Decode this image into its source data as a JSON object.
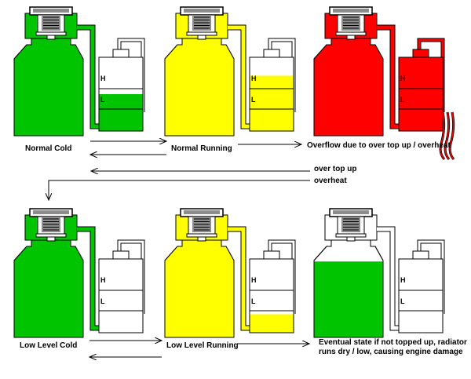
{
  "colors": {
    "cold": "#00c400",
    "running": "#ffff00",
    "overheat": "#ff0000",
    "empty": "#ffffff",
    "outline": "#000000",
    "cap_metal": "#8c8c8c",
    "arrow": "#000000"
  },
  "reservoir_marks": {
    "high": "H",
    "low": "L"
  },
  "states": [
    {
      "id": "normal-cold",
      "label": "Normal Cold",
      "state_color": "cold",
      "cap_style": "cold",
      "radiator_fill": 1.0,
      "reservoir_fill": 0.5,
      "overflowing": false
    },
    {
      "id": "normal-running",
      "label": "Normal Running",
      "state_color": "running",
      "cap_style": "running",
      "radiator_fill": 1.0,
      "reservoir_fill": 0.75,
      "overflowing": false
    },
    {
      "id": "overflow",
      "label": "Overflow due to over top up / overheat",
      "state_color": "overheat",
      "cap_style": "overheat",
      "radiator_fill": 1.0,
      "reservoir_fill": 1.0,
      "overflowing": true
    },
    {
      "id": "low-level-cold",
      "label": "Low Level Cold",
      "state_color": "cold",
      "cap_style": "cold",
      "radiator_fill": 1.0,
      "reservoir_fill": 0.0,
      "overflowing": false
    },
    {
      "id": "low-level-running",
      "label": "Low Level Running",
      "state_color": "running",
      "cap_style": "running",
      "radiator_fill": 1.0,
      "reservoir_fill": 0.25,
      "overflowing": false
    },
    {
      "id": "eventual",
      "label": "Eventual state if not topped up, radiator runs dry / low, causing engine damage",
      "state_color": "cold",
      "cap_style": "empty",
      "radiator_fill": 0.82,
      "reservoir_fill": 0.0,
      "overflowing": false
    }
  ],
  "flow_labels": {
    "over_top_up": "over top up",
    "overheat": "overheat"
  }
}
